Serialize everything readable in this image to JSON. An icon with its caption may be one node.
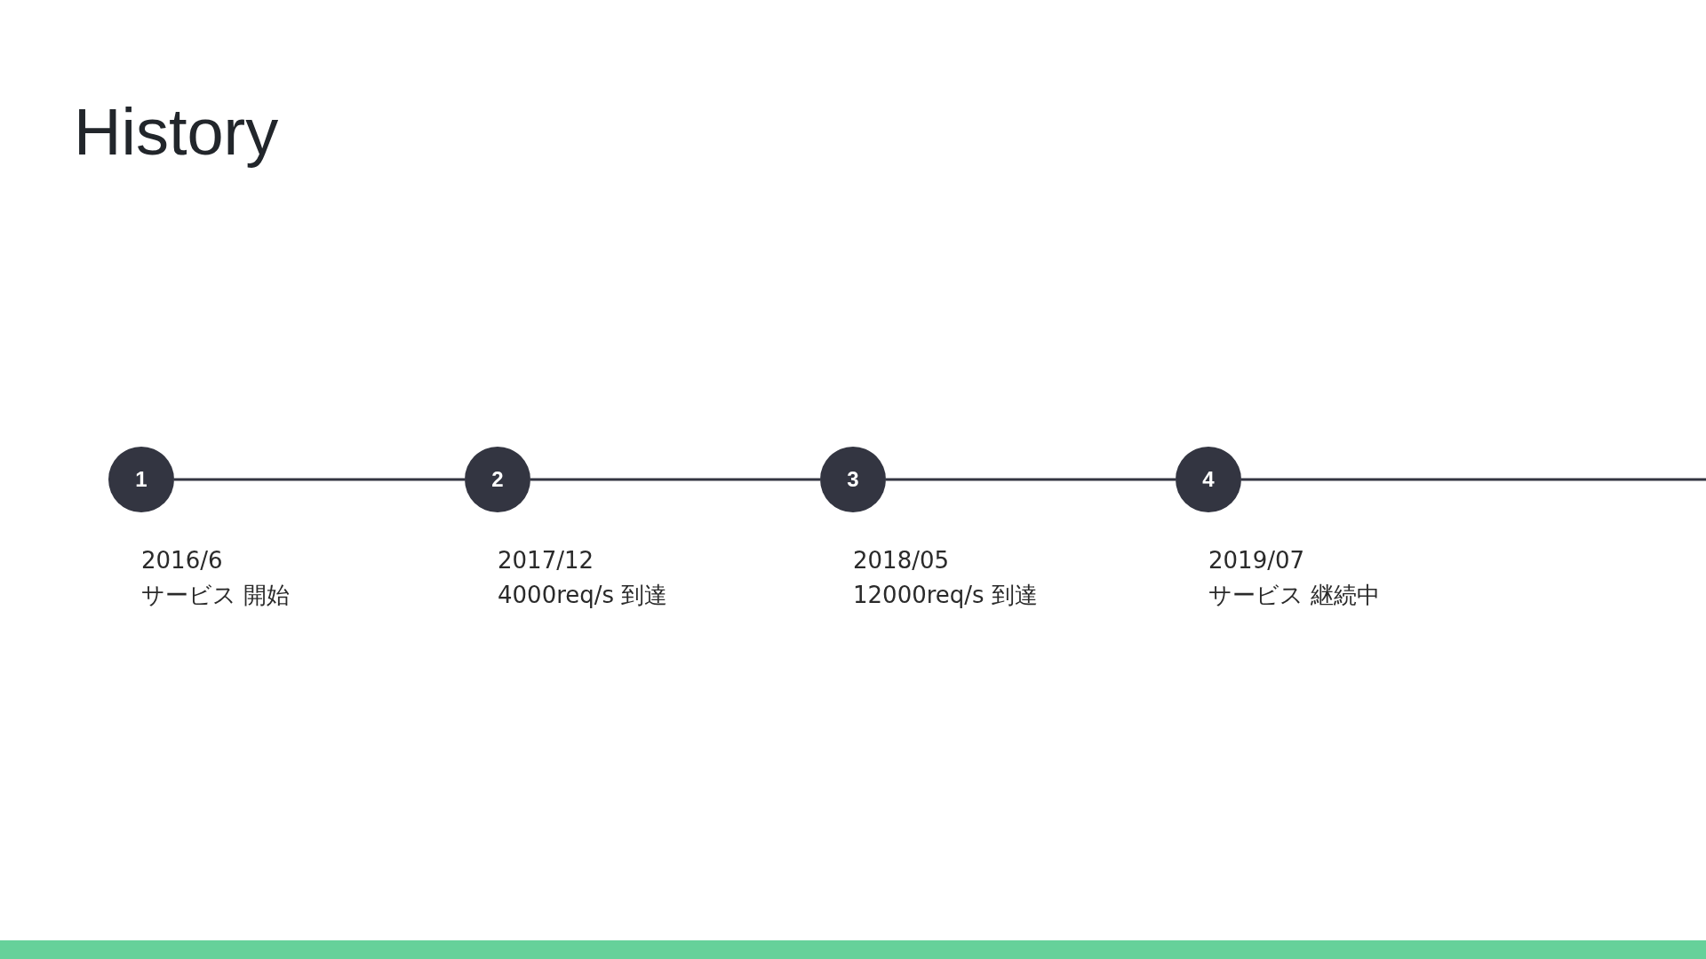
{
  "diagram": {
    "title": "History",
    "nodes": [
      {
        "text": [
          "1"
        ],
        "beside": [
          "2016/6",
          "サービス 開始"
        ]
      },
      {
        "text": [
          "2"
        ],
        "beside": [
          "2017/12",
          "4000req/s 到達"
        ]
      },
      {
        "text": [
          "3"
        ],
        "beside": [
          "2018/05",
          "12000req/s 到達"
        ]
      },
      {
        "text": [
          "4"
        ],
        "beside": [
          "2019/07",
          "サービス 継続中"
        ]
      }
    ],
    "edges": [
      {
        "from": 0,
        "to": 1,
        "arrow": "none"
      },
      {
        "from": 1,
        "to": 2,
        "arrow": "none"
      },
      {
        "from": 2,
        "to": 3,
        "arrow": "none"
      },
      {
        "from": 3,
        "to": null,
        "arrow": "none"
      }
    ]
  }
}
